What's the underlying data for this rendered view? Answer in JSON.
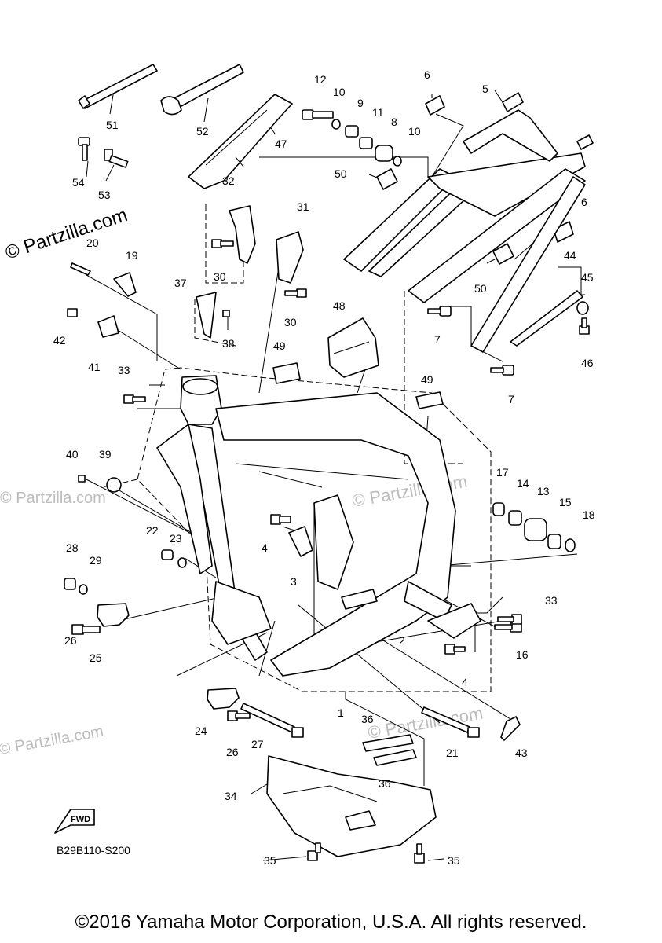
{
  "watermark": {
    "main": "© Partzilla.com",
    "faint": "© Partzilla.com"
  },
  "diagram_code": "B29B110-S200",
  "fwd_label": "FWD",
  "copyright": "©2016 Yamaha Motor Corporation, U.S.A. All rights reserved.",
  "callouts": {
    "c1": "1",
    "c2": "2",
    "c3": "3",
    "c4a": "4",
    "c4b": "4",
    "c5": "5",
    "c6a": "6",
    "c6b": "6",
    "c7a": "7",
    "c7b": "7",
    "c8": "8",
    "c9": "9",
    "c10a": "10",
    "c10b": "10",
    "c11": "11",
    "c12": "12",
    "c13": "13",
    "c14": "14",
    "c15": "15",
    "c16": "16",
    "c17": "17",
    "c18": "18",
    "c19": "19",
    "c20": "20",
    "c21": "21",
    "c22": "22",
    "c23": "23",
    "c24": "24",
    "c25": "25",
    "c26a": "26",
    "c26b": "26",
    "c27": "27",
    "c28": "28",
    "c29": "29",
    "c30a": "30",
    "c30b": "30",
    "c31": "31",
    "c32": "32",
    "c33a": "33",
    "c33b": "33",
    "c34": "34",
    "c35a": "35",
    "c35b": "35",
    "c36a": "36",
    "c36b": "36",
    "c37": "37",
    "c38": "38",
    "c39": "39",
    "c40": "40",
    "c41": "41",
    "c42": "42",
    "c43": "43",
    "c44": "44",
    "c45": "45",
    "c46": "46",
    "c47": "47",
    "c48": "48",
    "c49a": "49",
    "c49b": "49",
    "c50a": "50",
    "c50b": "50",
    "c51": "51",
    "c52": "52",
    "c53": "53",
    "c54": "54"
  }
}
